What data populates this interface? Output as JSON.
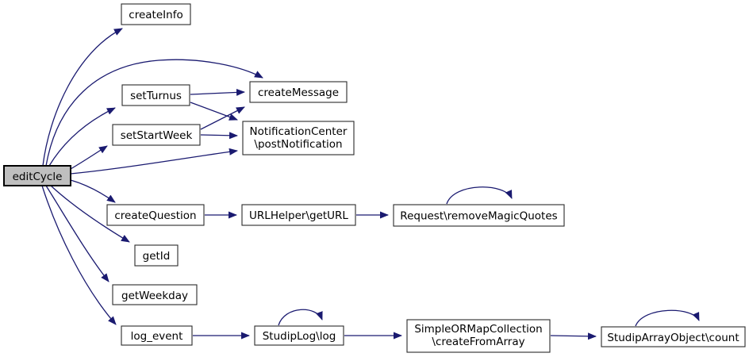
{
  "graph": {
    "type": "call-graph",
    "highlight_node": "editCycle",
    "colors": {
      "edge": "#1a1a70",
      "node_fill": "#ffffff",
      "node_border": "#2b2b2b",
      "highlight_fill": "#bfbfbf",
      "highlight_border": "#000000",
      "background": "#ffffff",
      "text": "#000000"
    },
    "nodes": {
      "editCycle": {
        "label": "editCycle"
      },
      "createInfo": {
        "label": "createInfo"
      },
      "createMessage": {
        "label": "createMessage"
      },
      "setTurnus": {
        "label": "setTurnus"
      },
      "notificationCenter": {
        "label1": "NotificationCenter",
        "label2": "\\postNotification"
      },
      "setStartWeek": {
        "label": "setStartWeek"
      },
      "createQuestion": {
        "label": "createQuestion"
      },
      "urlHelperGetURL": {
        "label": "URLHelper\\getURL"
      },
      "requestRemoveMagicQuotes": {
        "label": "Request\\removeMagicQuotes"
      },
      "getId": {
        "label": "getId"
      },
      "getWeekday": {
        "label": "getWeekday"
      },
      "logEvent": {
        "label": "log_event"
      },
      "studipLogLog": {
        "label": "StudipLog\\log"
      },
      "simpleORMapCollection": {
        "label1": "SimpleORMapCollection",
        "label2": "\\createFromArray"
      },
      "studipArrayObjectCount": {
        "label": "StudipArrayObject\\count"
      }
    },
    "edges": [
      {
        "from": "editCycle",
        "to": "createInfo"
      },
      {
        "from": "editCycle",
        "to": "createMessage"
      },
      {
        "from": "editCycle",
        "to": "setTurnus"
      },
      {
        "from": "editCycle",
        "to": "setStartWeek"
      },
      {
        "from": "editCycle",
        "to": "NotificationCenter\\postNotification"
      },
      {
        "from": "editCycle",
        "to": "createQuestion"
      },
      {
        "from": "editCycle",
        "to": "getId"
      },
      {
        "from": "editCycle",
        "to": "getWeekday"
      },
      {
        "from": "editCycle",
        "to": "log_event"
      },
      {
        "from": "setTurnus",
        "to": "createMessage"
      },
      {
        "from": "setTurnus",
        "to": "NotificationCenter\\postNotification"
      },
      {
        "from": "setStartWeek",
        "to": "createMessage"
      },
      {
        "from": "setStartWeek",
        "to": "NotificationCenter\\postNotification"
      },
      {
        "from": "createQuestion",
        "to": "URLHelper\\getURL"
      },
      {
        "from": "URLHelper\\getURL",
        "to": "Request\\removeMagicQuotes"
      },
      {
        "from": "Request\\removeMagicQuotes",
        "to": "Request\\removeMagicQuotes"
      },
      {
        "from": "log_event",
        "to": "StudipLog\\log"
      },
      {
        "from": "StudipLog\\log",
        "to": "StudipLog\\log"
      },
      {
        "from": "StudipLog\\log",
        "to": "SimpleORMapCollection\\createFromArray"
      },
      {
        "from": "SimpleORMapCollection\\createFromArray",
        "to": "StudipArrayObject\\count"
      },
      {
        "from": "StudipArrayObject\\count",
        "to": "StudipArrayObject\\count"
      }
    ]
  }
}
